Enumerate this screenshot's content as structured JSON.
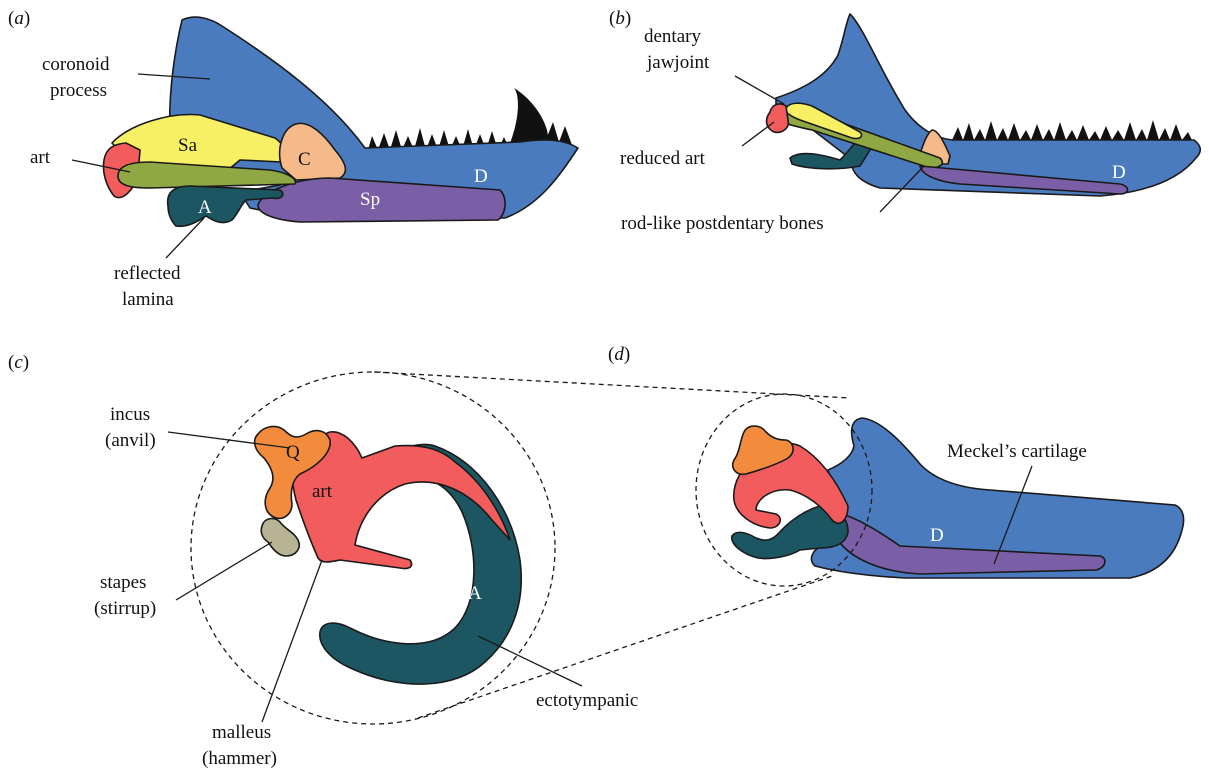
{
  "panels": {
    "a": {
      "open": "(",
      "letter": "a",
      "close": ")"
    },
    "b": {
      "open": "(",
      "letter": "b",
      "close": ")"
    },
    "c": {
      "open": "(",
      "letter": "c",
      "close": ")"
    },
    "d": {
      "open": "(",
      "letter": "d",
      "close": ")"
    }
  },
  "panel_a": {
    "coronoid_line1": "coronoid",
    "coronoid_line2": "process",
    "art": "art",
    "reflected_line1": "reflected",
    "reflected_line2": "lamina",
    "bone_sa": "Sa",
    "bone_c": "C",
    "bone_a": "A",
    "bone_sp": "Sp",
    "bone_d": "D"
  },
  "panel_b": {
    "dentary_line1": "dentary",
    "dentary_line2": "jawjoint",
    "reduced_art": "reduced art",
    "rodlike": "rod-like postdentary bones",
    "bone_d": "D"
  },
  "panel_c": {
    "incus_line1": "incus",
    "incus_line2": "(anvil)",
    "stapes_line1": "stapes",
    "stapes_line2": "(stirrup)",
    "malleus_line1": "malleus",
    "malleus_line2": "(hammer)",
    "ectotympanic": "ectotympanic",
    "bone_q": "Q",
    "bone_art": "art",
    "bone_a": "A"
  },
  "panel_d": {
    "meckel": "Meckel’s cartilage",
    "bone_d": "D"
  },
  "colors": {
    "dentary": "#4b7bbf",
    "surangular": "#f7f065",
    "articular": "#f25c5c",
    "prearticular": "#8fa844",
    "angular": "#1d5663",
    "coronoid": "#f5b98a",
    "splenial": "#7a5ea6",
    "quadrate": "#f28c3c",
    "stapes": "#b8b394",
    "teeth": "#111111"
  }
}
